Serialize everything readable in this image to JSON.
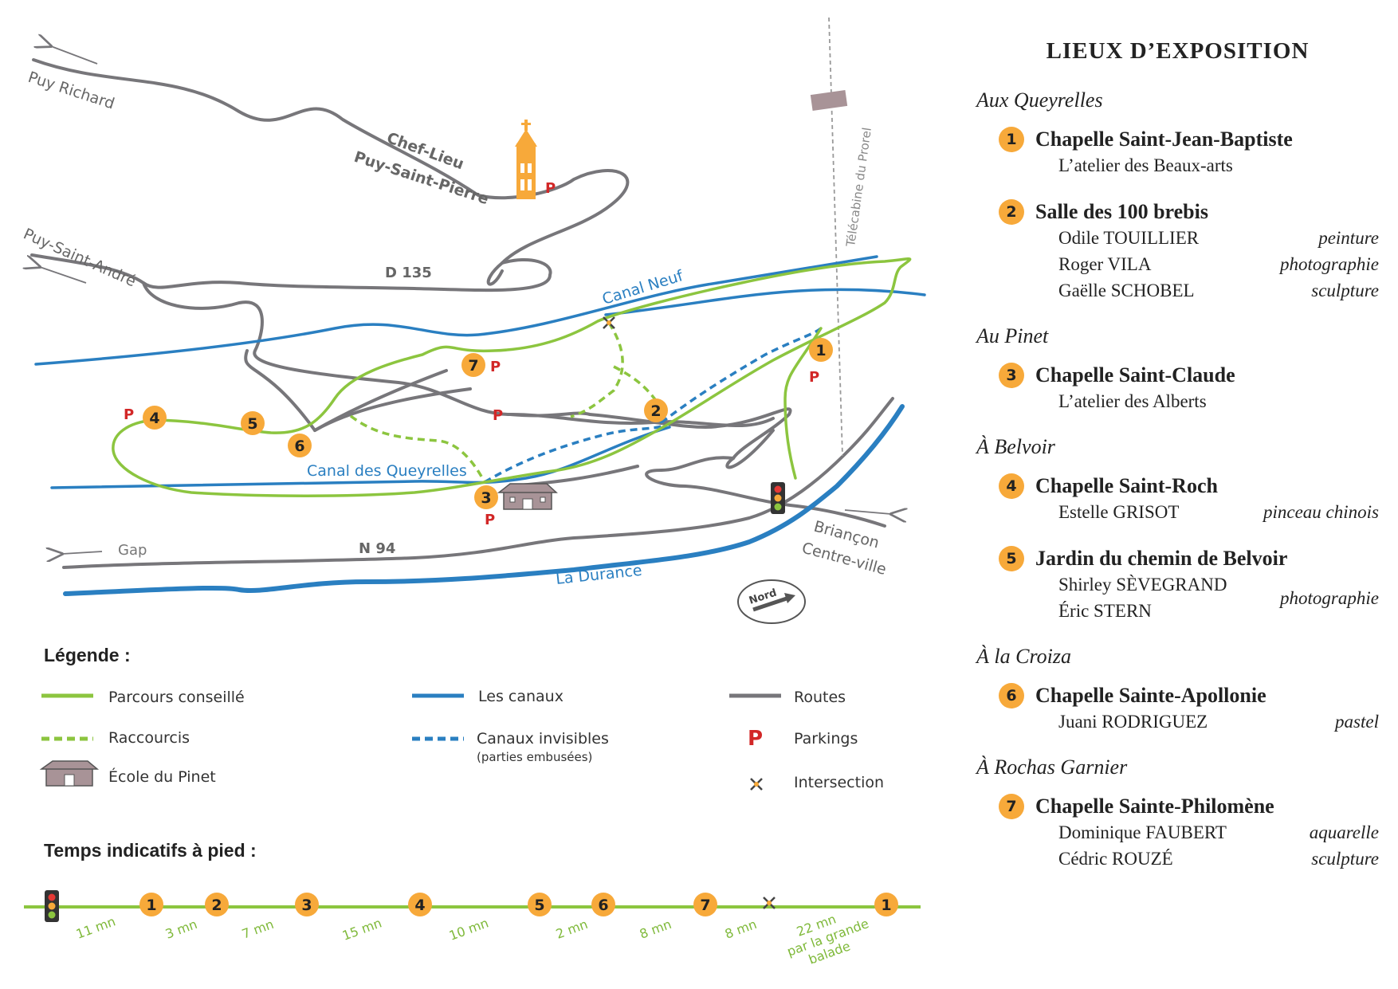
{
  "map": {
    "labels": {
      "puy_richard": "Puy Richard",
      "chef_lieu": "Chef-Lieu",
      "puy_saint_pierre": "Puy-Saint-Pierre",
      "puy_saint_andre": "Puy-Saint-André",
      "d135": "D 135",
      "canal_neuf": "Canal Neuf",
      "telecabine": "Télécabine du Prorel",
      "canal_queyrelles": "Canal des Queyrelles",
      "gap": "Gap",
      "n94": "N 94",
      "durance": "La Durance",
      "briancon": "Briançon",
      "centre_ville": "Centre-ville",
      "nord": "Nord"
    },
    "parking_symbol": "P",
    "markers": [
      "1",
      "2",
      "3",
      "4",
      "5",
      "6",
      "7"
    ]
  },
  "legend": {
    "title": "Légende :",
    "items": {
      "parcours": "Parcours conseillé",
      "raccourcis": "Raccourcis",
      "ecole": "École du Pinet",
      "canaux": "Les canaux",
      "canaux_invisibles": "Canaux invisibles",
      "canaux_invisibles_note": "(parties embusées)",
      "routes": "Routes",
      "parkings": "Parkings",
      "intersection": "Intersection"
    },
    "parking_symbol": "P"
  },
  "timeline": {
    "title": "Temps indicatifs à pied :",
    "stops": [
      "1",
      "2",
      "3",
      "4",
      "5",
      "6",
      "7",
      "1"
    ],
    "times": [
      "11 mn",
      "3 mn",
      "7 mn",
      "15 mn",
      "10 mn",
      "2 mn",
      "8 mn",
      "8 mn",
      "22 mn"
    ],
    "last_note_1": "par la grande",
    "last_note_2": "balade"
  },
  "panel": {
    "title": "LIEUX D’EXPOSITION",
    "areas": [
      {
        "name": "Aux Queyrelles",
        "venues": [
          {
            "num": "1",
            "name": "Chapelle Saint-Jean-Baptiste",
            "atelier": "L’atelier des Beaux-arts",
            "artists": []
          },
          {
            "num": "2",
            "name": "Salle des 100 brebis",
            "atelier": "",
            "artists": [
              {
                "name": "Odile TOUILLIER",
                "medium": "peinture"
              },
              {
                "name": "Roger VILA",
                "medium": "photographie"
              },
              {
                "name": "Gaëlle SCHOBEL",
                "medium": "sculpture"
              }
            ]
          }
        ]
      },
      {
        "name": "Au Pinet",
        "venues": [
          {
            "num": "3",
            "name": "Chapelle Saint-Claude",
            "atelier": "L’atelier des Alberts",
            "artists": []
          }
        ]
      },
      {
        "name": "À Belvoir",
        "venues": [
          {
            "num": "4",
            "name": "Chapelle Saint-Roch",
            "atelier": "",
            "artists": [
              {
                "name": "Estelle GRISOT",
                "medium": "pinceau chinois"
              }
            ]
          },
          {
            "num": "5",
            "name": "Jardin du chemin de Belvoir",
            "atelier": "",
            "artists": [
              {
                "name": "Shirley SÈVEGRAND",
                "medium": ""
              },
              {
                "name": "Éric STERN",
                "medium": ""
              }
            ],
            "shared_medium": "photographie"
          }
        ]
      },
      {
        "name": "À la Croiza",
        "venues": [
          {
            "num": "6",
            "name": "Chapelle Sainte-Apollonie",
            "atelier": "",
            "artists": [
              {
                "name": "Juani RODRIGUEZ",
                "medium": "pastel"
              }
            ]
          }
        ]
      },
      {
        "name": "À Rochas Garnier",
        "venues": [
          {
            "num": "7",
            "name": "Chapelle Sainte-Philomène",
            "atelier": "",
            "artists": [
              {
                "name": "Dominique FAUBERT",
                "medium": "aquarelle"
              },
              {
                "name": "Cédric ROUZÉ",
                "medium": "sculpture"
              }
            ]
          }
        ]
      }
    ]
  },
  "colors": {
    "route_green": "#8cc53f",
    "canal_blue": "#2a7fc1",
    "road_grey": "#77767a",
    "marker_orange": "#f7a93a",
    "parking_red": "#d22727"
  }
}
